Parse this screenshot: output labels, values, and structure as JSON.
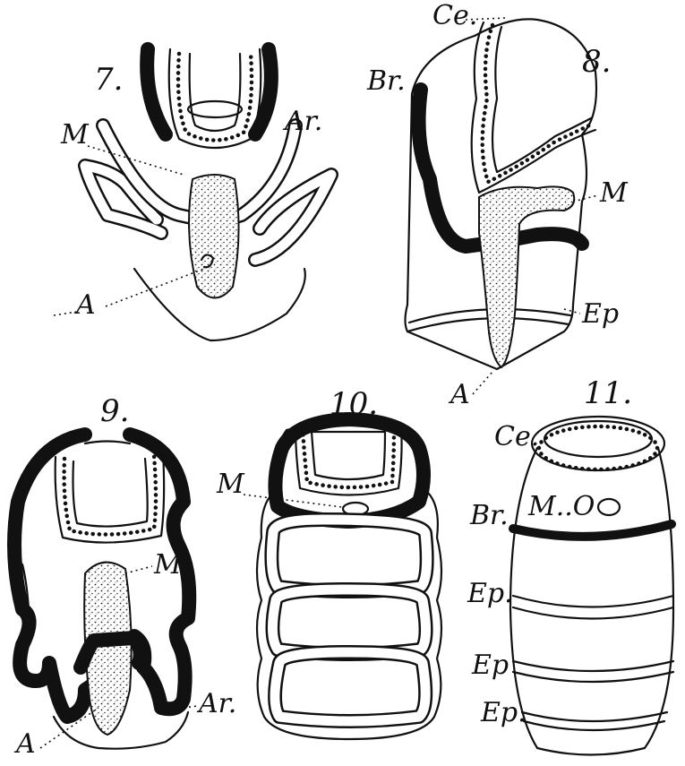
{
  "figures": [
    {
      "number": "7.",
      "labels": {
        "mouth": "M",
        "arms": "Ar.",
        "anus": "A"
      }
    },
    {
      "number": "8.",
      "labels": {
        "coelom": "Ce.",
        "brachial": "Br.",
        "mouth": "M",
        "epidermal_ring": "Ep",
        "anus": "A"
      }
    },
    {
      "number": "9.",
      "labels": {
        "mouth": "M",
        "arms": "Ar.",
        "anus": "A"
      }
    },
    {
      "number": "10.",
      "labels": {
        "mouth": "M"
      }
    },
    {
      "number": "11.",
      "labels": {
        "coelom": "Ce.",
        "brachial": "Br.",
        "mouth": "M..O",
        "epidermal_ring_1": "Ep.",
        "epidermal_ring_2": "Ep",
        "epidermal_ring_3": "Ep."
      }
    }
  ]
}
